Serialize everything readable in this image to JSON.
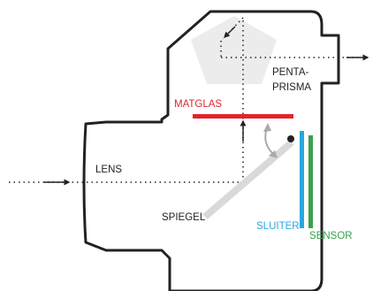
{
  "labels": {
    "lens": "LENS",
    "mirror": "SPIEGEL",
    "focusing_screen": "MATGLAS",
    "pentaprism_line1": "PENTA-",
    "pentaprism_line2": "PRISMA",
    "shutter": "SLUITER",
    "sensor": "SENSOR"
  },
  "colors": {
    "outline": "#222222",
    "focusing_screen": "#e0262e",
    "shutter": "#29a7df",
    "sensor": "#3aa14a",
    "mirror": "#d9d9d9",
    "prism": "#ececec",
    "light_path": "#222222",
    "rotation_arrow": "#a9a9a9"
  }
}
